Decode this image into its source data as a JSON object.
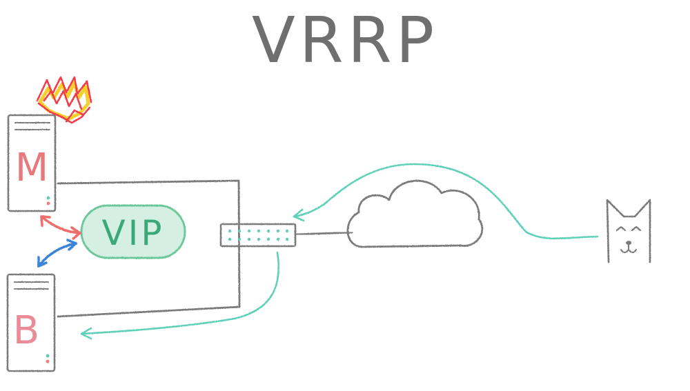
{
  "title": "VRRP",
  "master_server": {
    "letter": "M"
  },
  "backup_server": {
    "letter": "B"
  },
  "virtual_ip": {
    "label": "VIP"
  },
  "colors": {
    "pencil_gray": "#7a7a7a",
    "master_red": "#e8787c",
    "backup_pink": "#eb8b97",
    "vip_green": "#3aa878",
    "vip_fill": "#d5f0e2",
    "traffic_teal": "#5fd0b8",
    "failover_red": "#ee6d6d",
    "failover_blue": "#3b84d8",
    "fire_red": "#f03a4a",
    "fire_yellow": "#f5cf2a",
    "switch_dots": "#63c9b5"
  }
}
